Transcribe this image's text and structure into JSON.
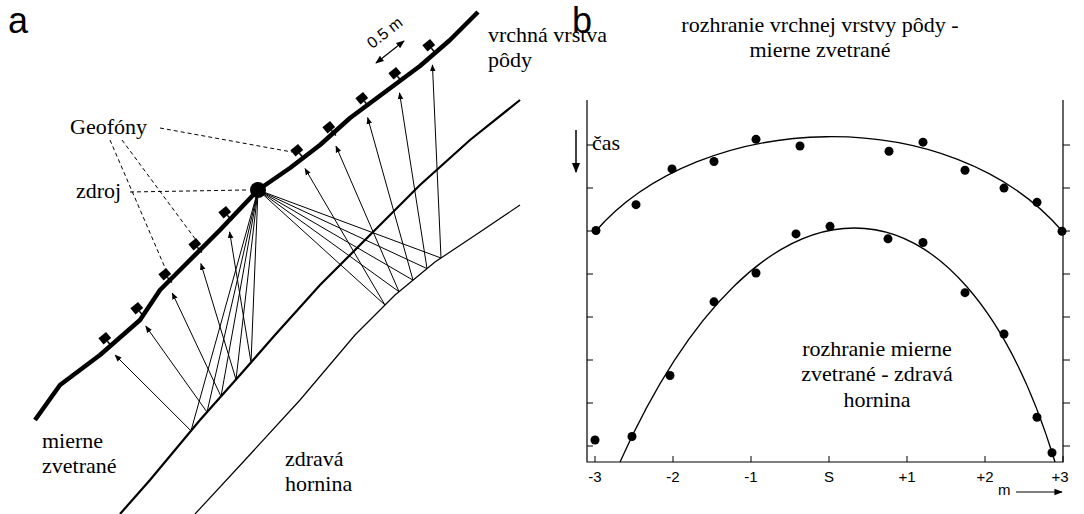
{
  "diagram": {
    "labels": [
      "a",
      "0.5 m",
      "vrchná vrstva pôdy",
      "Geofóny",
      "zdroj",
      "mierne zvetrané",
      "zdravá hornina",
      "b",
      "rozhranie vrchnej vrstvy pôdy - mierne zvetrané",
      "čas",
      "rozhranie mierne zvetrané - zdravá hornina",
      "-3",
      "-2",
      "-1",
      "S",
      "+1",
      "+2",
      "+3",
      "m"
    ]
  }
}
